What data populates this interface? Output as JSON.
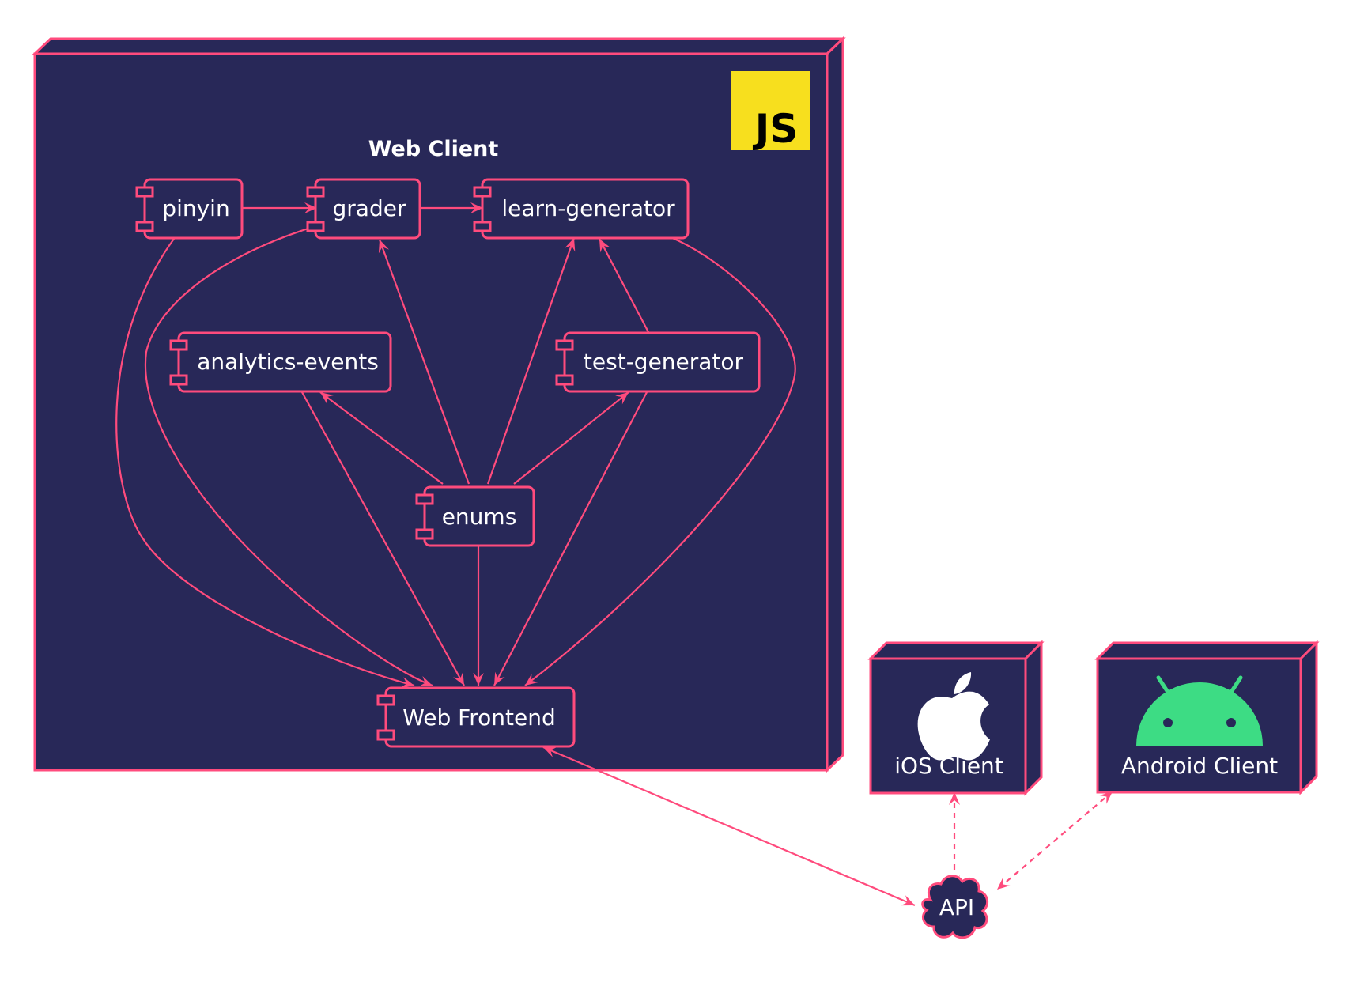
{
  "colors": {
    "node_fill": "#282858",
    "stroke": "#ff4b7d",
    "text": "#ffffff",
    "js_badge": "#f7df1e",
    "android_green": "#3ddc84",
    "background": "#ffffff"
  },
  "web_client": {
    "title": "Web Client",
    "badge_text": "JS",
    "badge_icon": "javascript-logo"
  },
  "components": {
    "pinyin": "pinyin",
    "grader": "grader",
    "learn_generator": "learn-generator",
    "analytics_events": "analytics-events",
    "test_generator": "test-generator",
    "enums": "enums",
    "web_frontend": "Web Frontend"
  },
  "devices": {
    "ios": {
      "label": "iOS Client",
      "icon": "apple-logo"
    },
    "android": {
      "label": "Android Client",
      "icon": "android-logo"
    }
  },
  "api": {
    "label": "API",
    "shape": "cloud"
  }
}
